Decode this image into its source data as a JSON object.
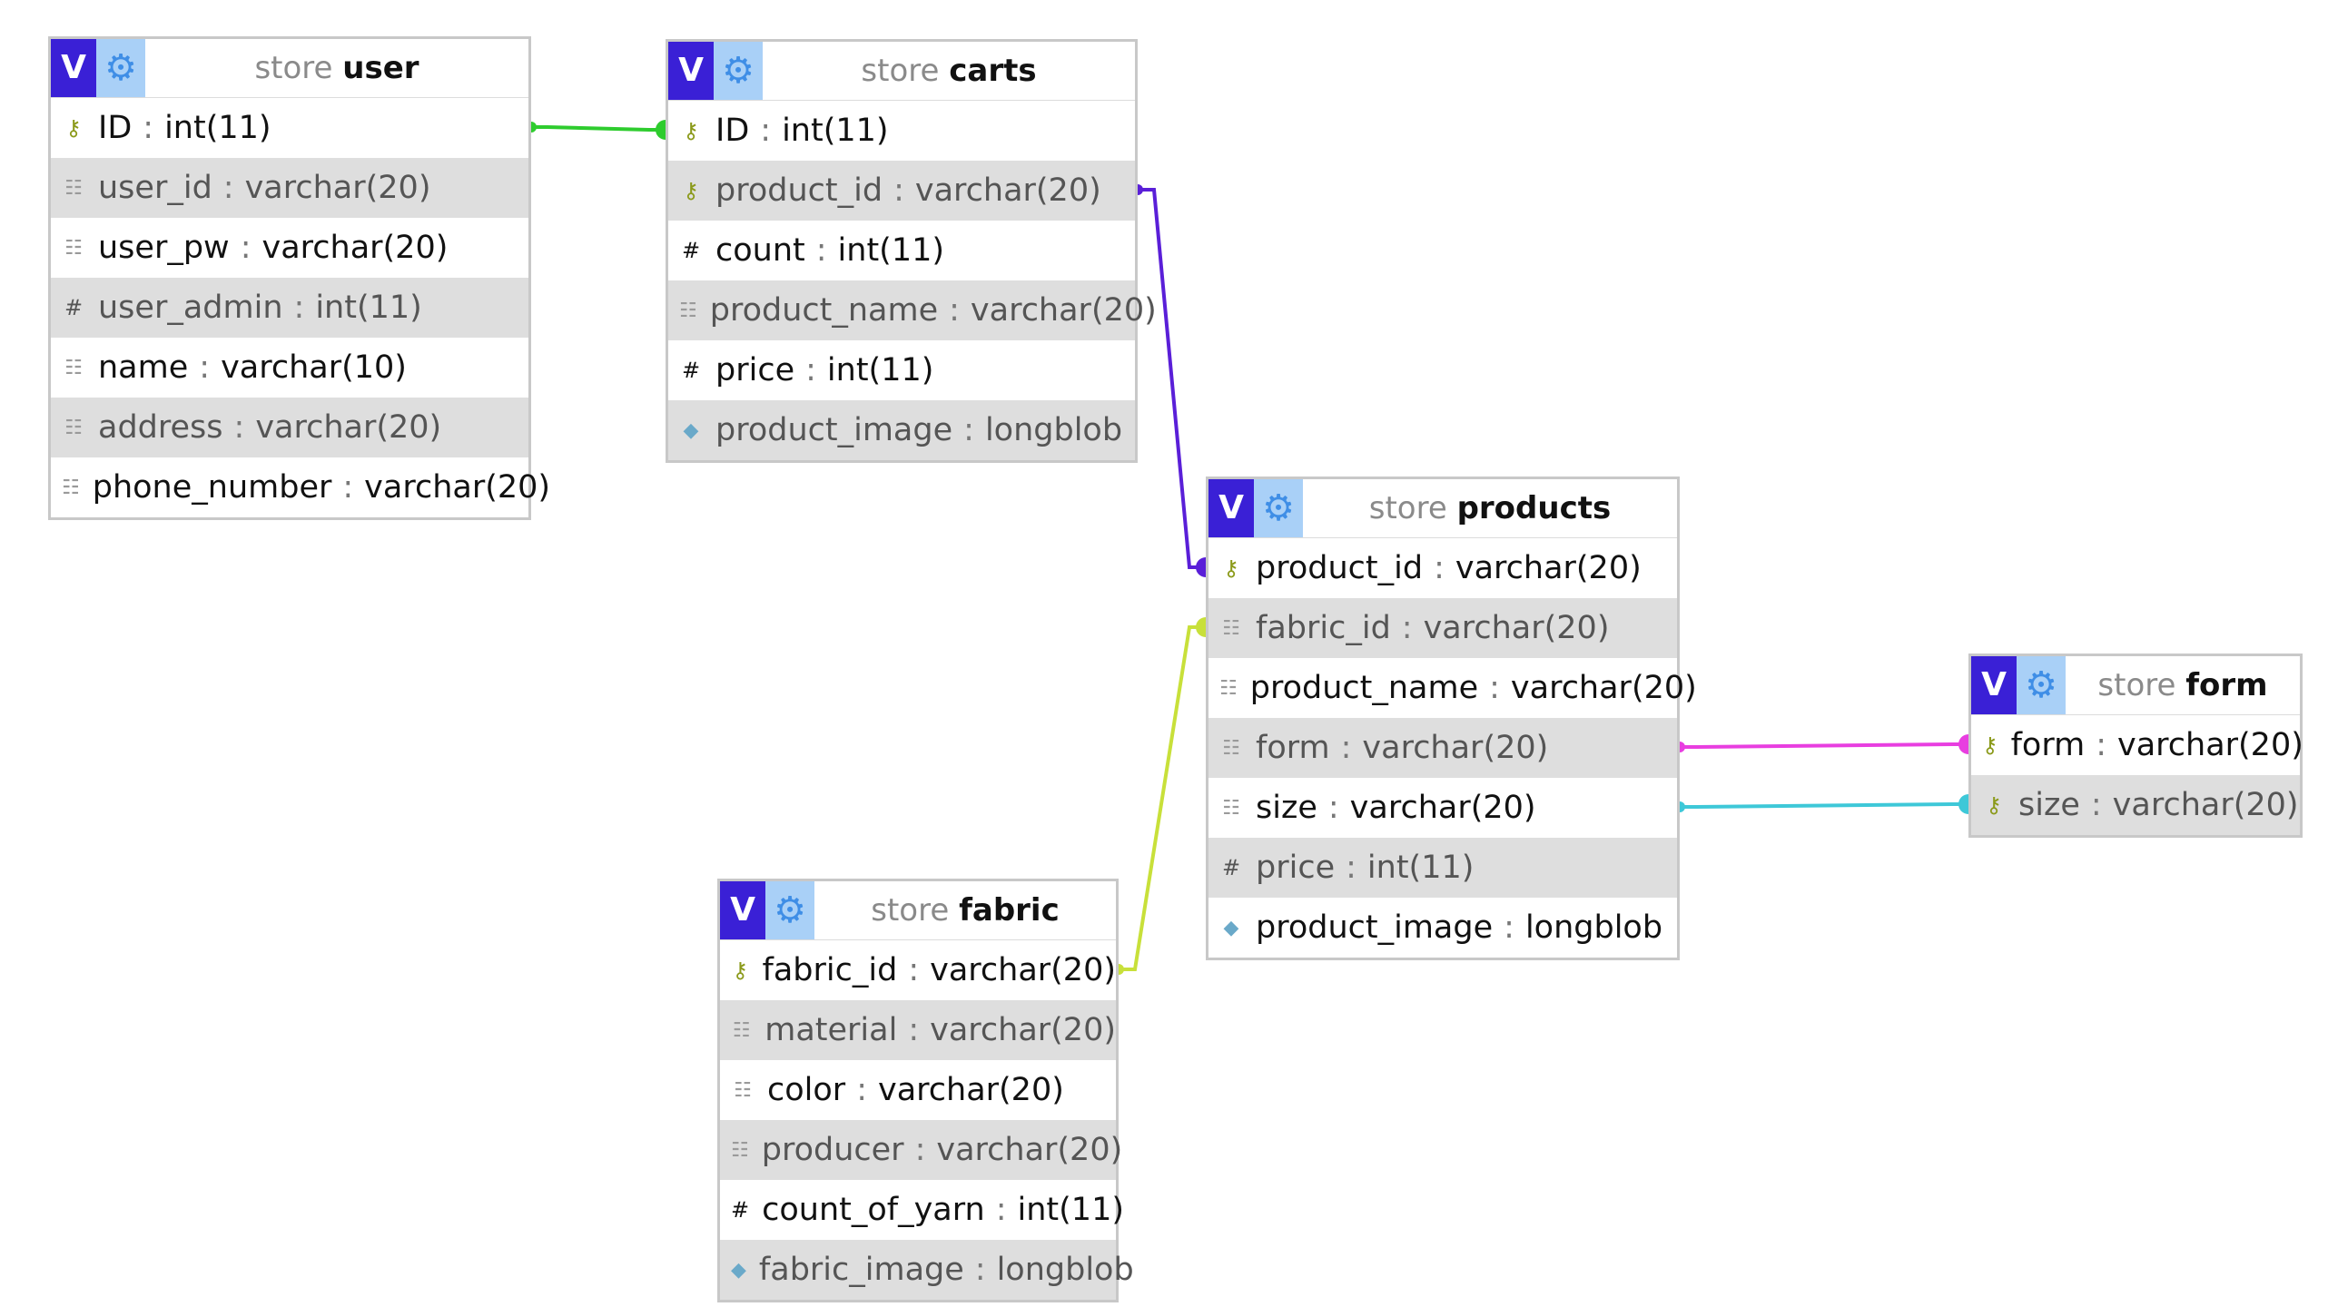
{
  "tables": [
    {
      "id": "user",
      "database": "store",
      "name": "user",
      "v_label": "V",
      "gear_icon": "gear-icon",
      "columns": [
        {
          "name": "ID",
          "type": "int(11)",
          "icon": "key"
        },
        {
          "name": "user_id",
          "type": "varchar(20)",
          "icon": "text"
        },
        {
          "name": "user_pw",
          "type": "varchar(20)",
          "icon": "text"
        },
        {
          "name": "user_admin",
          "type": "int(11)",
          "icon": "number"
        },
        {
          "name": "name",
          "type": "varchar(10)",
          "icon": "text"
        },
        {
          "name": "address",
          "type": "varchar(20)",
          "icon": "text"
        },
        {
          "name": "phone_number",
          "type": "varchar(20)",
          "icon": "text"
        }
      ]
    },
    {
      "id": "carts",
      "database": "store",
      "name": "carts",
      "v_label": "V",
      "gear_icon": "gear-icon",
      "columns": [
        {
          "name": "ID",
          "type": "int(11)",
          "icon": "key"
        },
        {
          "name": "product_id",
          "type": "varchar(20)",
          "icon": "key"
        },
        {
          "name": "count",
          "type": "int(11)",
          "icon": "number"
        },
        {
          "name": "product_name",
          "type": "varchar(20)",
          "icon": "text"
        },
        {
          "name": "price",
          "type": "int(11)",
          "icon": "number"
        },
        {
          "name": "product_image",
          "type": "longblob",
          "icon": "blob"
        }
      ]
    },
    {
      "id": "products",
      "database": "store",
      "name": "products",
      "v_label": "V",
      "gear_icon": "gear-icon",
      "columns": [
        {
          "name": "product_id",
          "type": "varchar(20)",
          "icon": "key"
        },
        {
          "name": "fabric_id",
          "type": "varchar(20)",
          "icon": "text"
        },
        {
          "name": "product_name",
          "type": "varchar(20)",
          "icon": "text"
        },
        {
          "name": "form",
          "type": "varchar(20)",
          "icon": "text"
        },
        {
          "name": "size",
          "type": "varchar(20)",
          "icon": "text"
        },
        {
          "name": "price",
          "type": "int(11)",
          "icon": "number"
        },
        {
          "name": "product_image",
          "type": "longblob",
          "icon": "blob"
        }
      ]
    },
    {
      "id": "form",
      "database": "store",
      "name": "form",
      "v_label": "V",
      "gear_icon": "gear-icon",
      "columns": [
        {
          "name": "form",
          "type": "varchar(20)",
          "icon": "key"
        },
        {
          "name": "size",
          "type": "varchar(20)",
          "icon": "key"
        }
      ]
    },
    {
      "id": "fabric",
      "database": "store",
      "name": "fabric",
      "v_label": "V",
      "gear_icon": "gear-icon",
      "columns": [
        {
          "name": "fabric_id",
          "type": "varchar(20)",
          "icon": "key"
        },
        {
          "name": "material",
          "type": "varchar(20)",
          "icon": "text"
        },
        {
          "name": "color",
          "type": "varchar(20)",
          "icon": "text"
        },
        {
          "name": "producer",
          "type": "varchar(20)",
          "icon": "text"
        },
        {
          "name": "count_of_yarn",
          "type": "int(11)",
          "icon": "number"
        },
        {
          "name": "fabric_image",
          "type": "longblob",
          "icon": "blob"
        }
      ]
    }
  ],
  "relations": [
    {
      "from": "user.ID",
      "to": "carts.ID",
      "color": "#2ecc2e"
    },
    {
      "from": "carts.product_id",
      "to": "products.product_id",
      "color": "#5a1fd8"
    },
    {
      "from": "fabric.fabric_id",
      "to": "products.fabric_id",
      "color": "#c8e03a"
    },
    {
      "from": "products.form",
      "to": "form.form",
      "color": "#e83ee0"
    },
    {
      "from": "products.size",
      "to": "form.size",
      "color": "#3ec8d8"
    }
  ]
}
